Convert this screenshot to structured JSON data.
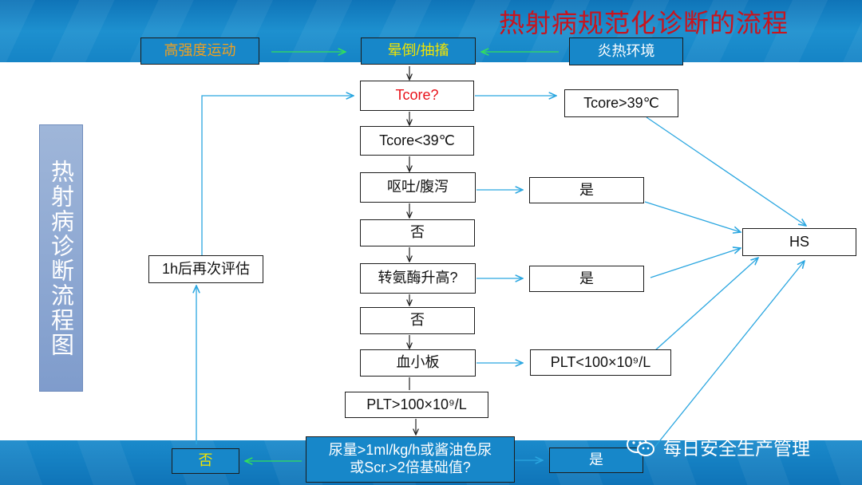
{
  "title": "热射病规范化诊断的流程",
  "side_label": "热射病诊断流程图",
  "nodes": {
    "intense_exercise": "高强度运动",
    "collapse": "晕倒/抽搐",
    "hot_env": "炎热环境",
    "tcore_q": "Tcore?",
    "tcore_high": "Tcore>39℃",
    "tcore_low": "Tcore<39℃",
    "vomit": "呕吐/腹泻",
    "vomit_yes": "是",
    "vomit_no": "否",
    "transaminase": "转氨酶升高?",
    "trans_yes": "是",
    "trans_no": "否",
    "platelet": "血小板",
    "plt_low": "PLT<100×10⁹/L",
    "plt_high": "PLT>100×10⁹/L",
    "urine_line1": "尿量>1ml/kg/h或酱油色尿",
    "urine_line2": "或Scr.>2倍基础值?",
    "urine_no": "否",
    "urine_yes": "是",
    "hs": "HS",
    "reassess": "1h后再次评估"
  },
  "watermark": "每日安全生产管理",
  "colors": {
    "band": "#1787c9",
    "title": "#c8141e",
    "arrow_green": "#32e05a",
    "arrow_blue": "#2aa6e0",
    "arrow_dark": "#222222",
    "orange_text": "#f0a020",
    "yellow_text": "#f2e400",
    "red_text": "#e8121a"
  }
}
